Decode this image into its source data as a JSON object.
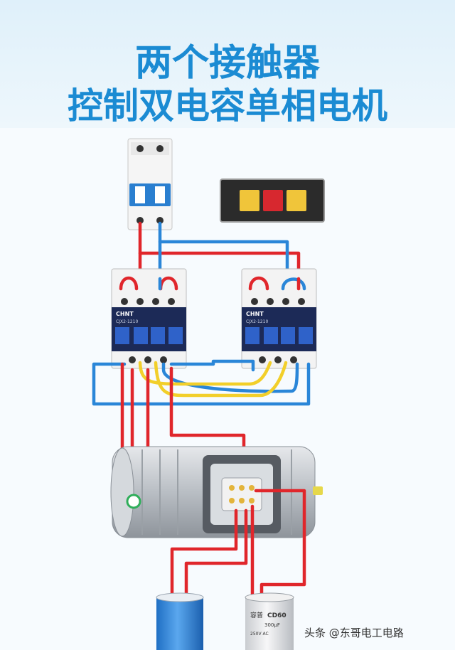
{
  "title": {
    "line1": "两个接触器",
    "line2": "控制双电容单相电机"
  },
  "contactors": [
    {
      "brand": "CHNT",
      "model": "CJX2-1210"
    },
    {
      "brand": "CHNT",
      "model": "CJX2-1210"
    }
  ],
  "capacitor_white": {
    "brand": "容普",
    "model": "CD60",
    "rating": "300μF",
    "voltage": "250V AC"
  },
  "watermark": "头条 @东哥电工电路",
  "colors": {
    "title": "#1b8bd3",
    "wire_red": "#e0262b",
    "wire_blue": "#2a86d8",
    "wire_yellow": "#f2cf2a",
    "contactor_band": "#1c2a57",
    "button_yellow": "#f0c53a",
    "button_red": "#d7282f"
  }
}
